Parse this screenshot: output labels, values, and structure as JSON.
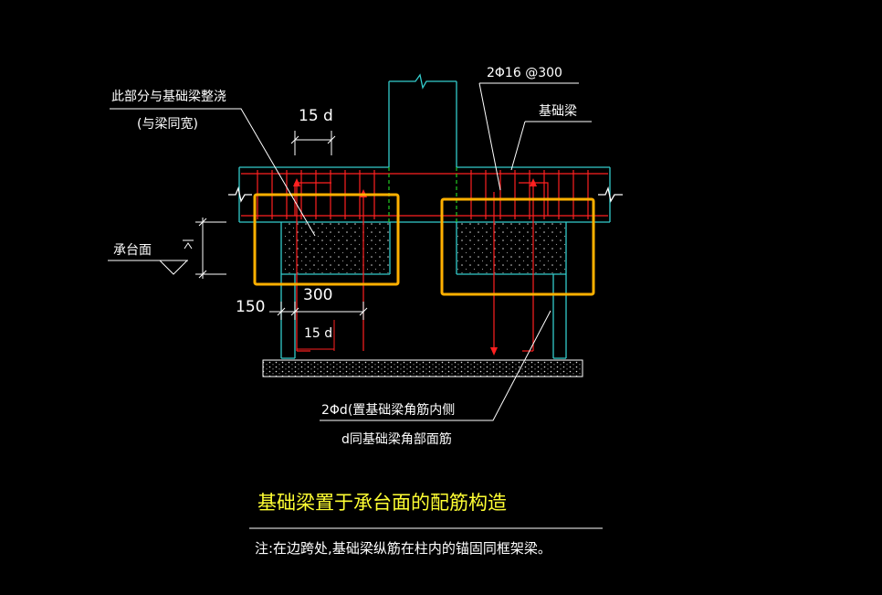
{
  "labels": {
    "pour_note_line1": "此部分与基础梁整浇",
    "pour_note_line2": "(与梁同宽)",
    "anchor_15d_top": "15 d",
    "rebar_spec": "2Φ16 @300",
    "foundation_beam": "基础梁",
    "cap_surface": "承台面",
    "dim_150": "150",
    "dim_300": "300",
    "anchor_15d_bottom": "15 d",
    "corner_bar_line1": "2Φd(置基础梁角筋内侧",
    "corner_bar_line2": "d同基础梁角部面筋"
  },
  "title": "基础梁置于承台面的配筋构造",
  "note": "注:在边跨处,基础梁纵筋在柱内的锚固同框架梁。",
  "colors": {
    "background": "#000000",
    "outline_cyan": "#33cccc",
    "rebar_red": "#ff2020",
    "highlight_orange": "#ffb000",
    "text_white": "#ffffff",
    "title_yellow": "#ffff33",
    "leader_white": "#ffffff",
    "hatch_dots": "#bbbbbb",
    "green_break": "#22cc22"
  }
}
